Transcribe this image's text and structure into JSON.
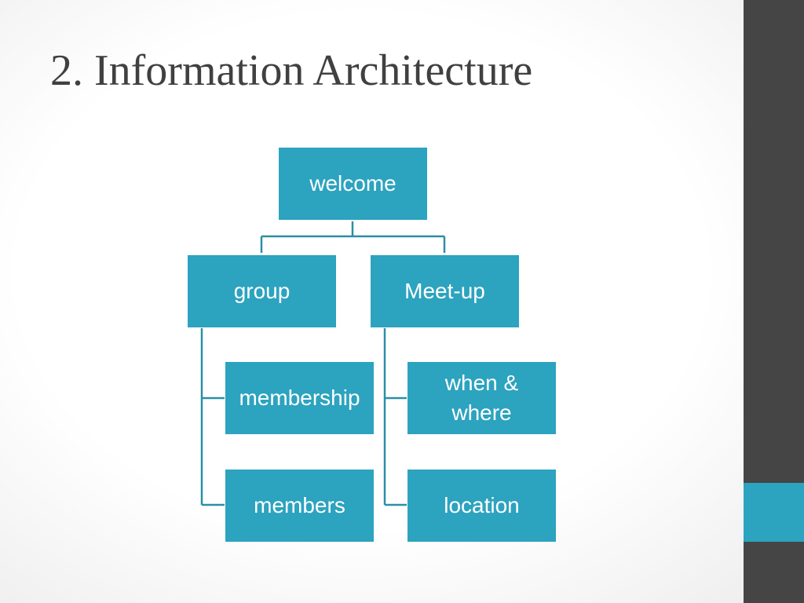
{
  "slide": {
    "title": "2. Information Architecture"
  },
  "diagram": {
    "root": "welcome",
    "branches": [
      {
        "label": "group",
        "children": [
          "membership",
          "members"
        ]
      },
      {
        "label": "Meet-up",
        "children": [
          "when & where",
          "location"
        ]
      }
    ]
  },
  "colors": {
    "node_fill": "#2ca3bf",
    "connector": "#2b8fa6",
    "sidebar": "#454545",
    "accent": "#2ca3bf",
    "title_text": "#404040"
  }
}
